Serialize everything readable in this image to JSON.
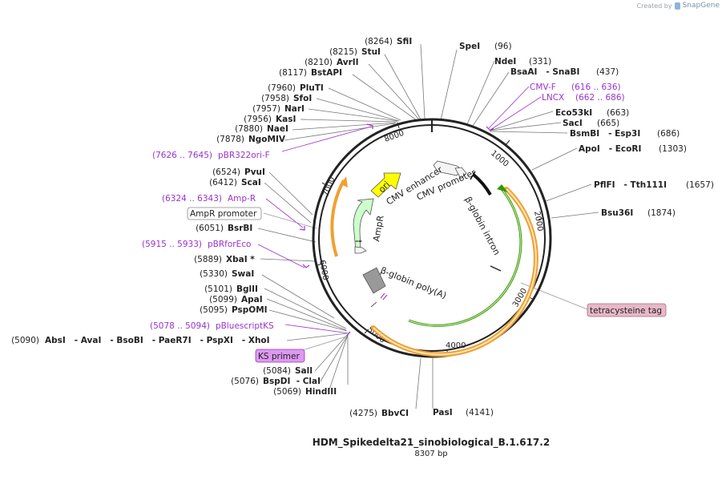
{
  "credit": {
    "prefix": "Created by",
    "brand": "SnapGene"
  },
  "map": {
    "name": "HDM_Spikedelta21_sinobiological_B.1.617.2",
    "length_label": "8307 bp",
    "length": 8307
  },
  "ruler": [
    "1000",
    "2000",
    "3000",
    "4000",
    "5000",
    "6000",
    "7000",
    "8000"
  ],
  "sites": [
    {
      "pos": "(8264)",
      "name": "SfiI"
    },
    {
      "pos": "(8215)",
      "name": "StuI"
    },
    {
      "pos": "(8210)",
      "name": "AvrII"
    },
    {
      "pos": "(8117)",
      "name": "BstAPI"
    },
    {
      "pos": "(7960)",
      "name": "PluTI"
    },
    {
      "pos": "(7958)",
      "name": "SfoI"
    },
    {
      "pos": "(7957)",
      "name": "NarI"
    },
    {
      "pos": "(7956)",
      "name": "KasI"
    },
    {
      "pos": "(7880)",
      "name": "NaeI"
    },
    {
      "pos": "(7878)",
      "name": "NgoMIV"
    },
    {
      "pos": "(6524)",
      "name": "PvuI"
    },
    {
      "pos": "(6412)",
      "name": "ScaI"
    },
    {
      "pos": "(6051)",
      "name": "BsrBI"
    },
    {
      "pos": "(5889)",
      "name": "XbaI *"
    },
    {
      "pos": "(5330)",
      "name": "SwaI"
    },
    {
      "pos": "(5101)",
      "name": "BglII"
    },
    {
      "pos": "(5099)",
      "name": "ApaI"
    },
    {
      "pos": "(5095)",
      "name": "PspOMI"
    },
    {
      "pos": "(5084)",
      "name": "SalI"
    },
    {
      "pos": "(5076)",
      "name": "BspDI  - ClaI"
    },
    {
      "pos": "(5069)",
      "name": "HindIII"
    },
    {
      "pos": "(5090)",
      "name": "AbsI   - AvaI   - BsoBI   - PaeR7I   - PspXI   - XhoI"
    },
    {
      "pos": "(4275)",
      "name": "BbvCI"
    },
    {
      "pos": "(4141)",
      "name": "PasI"
    },
    {
      "pos": "(96)",
      "name": "SpeI"
    },
    {
      "pos": "(331)",
      "name": "NdeI"
    },
    {
      "pos": "(437)",
      "name": "BsaAI   - SnaBI"
    },
    {
      "pos": "(663)",
      "name": "Eco53kI"
    },
    {
      "pos": "(665)",
      "name": "SacI"
    },
    {
      "pos": "(686)",
      "name": "BsmBI   - Esp3I"
    },
    {
      "pos": "(1303)",
      "name": "ApoI   - EcoRI"
    },
    {
      "pos": "(1657)",
      "name": "PflFI   - Tth111I"
    },
    {
      "pos": "(1874)",
      "name": "Bsu36I"
    }
  ],
  "primers": [
    {
      "name": "CMV-F",
      "range": "(616 .. 636)"
    },
    {
      "name": "LNCX",
      "range": "(662 .. 686)"
    },
    {
      "name": "pBR322ori-F",
      "range": "(7626 .. 7645)"
    },
    {
      "name": "Amp-R",
      "range": "(6324 .. 6343)"
    },
    {
      "name": "pBRforEco",
      "range": "(5915 .. 5933)"
    },
    {
      "name": "pBluescriptKS",
      "range": "(5078 .. 5094)"
    }
  ],
  "boxed_labels": {
    "ampr_promoter": "AmpR promoter",
    "ks_primer": "KS primer",
    "tetracysteine": "tetracysteine tag"
  },
  "features": {
    "ori": "ori",
    "ampr": "AmpR",
    "cmv_enhancer": "CMV enhancer",
    "cmv_promoter": "CMV promoter",
    "bglobin_intron": "β-globin intron",
    "bglobin_polya": "β-globin poly(A)"
  },
  "colors": {
    "ori": "#ffff00",
    "ampr": "#ccffcc",
    "orf": "#f0a030",
    "green": "#339900",
    "primer": "#9933cc",
    "polya": "#999999",
    "tag_fill": "#e7b8c8"
  }
}
